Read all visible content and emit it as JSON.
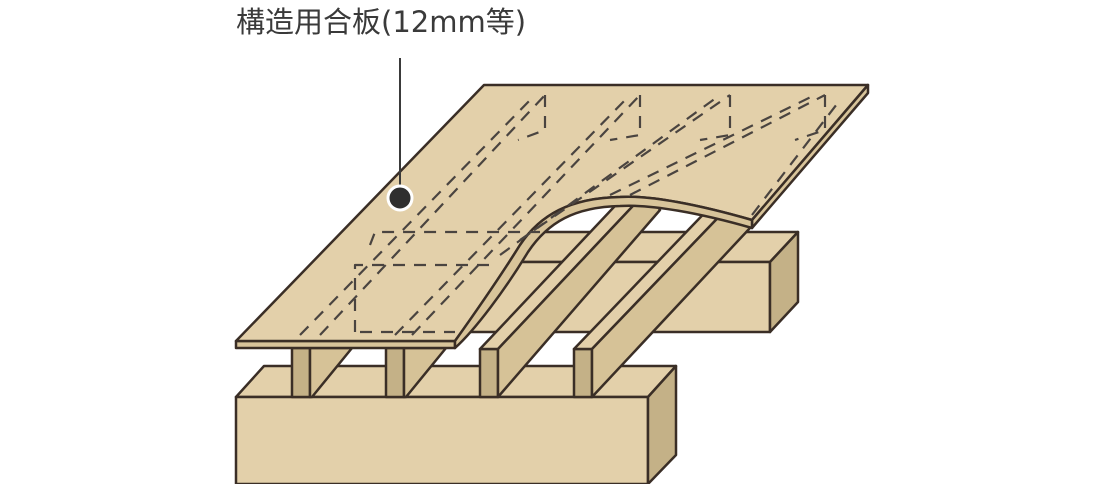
{
  "diagram": {
    "label": "構造用合板(12mm等)",
    "components": [
      {
        "id": "plywood",
        "name": "構造用合板",
        "thickness": "12mm等",
        "annotated": true
      },
      {
        "id": "joists",
        "name": "根太",
        "annotated": false
      },
      {
        "id": "front-beam",
        "name": "大引",
        "annotated": false
      },
      {
        "id": "back-beam",
        "name": "大引",
        "annotated": false
      }
    ],
    "colors": {
      "wood_light": "#e3d0aa",
      "wood_mid": "#d6c297",
      "wood_side": "#c4b187",
      "plywood_edge": "#d8c49a",
      "outline": "#3a2e26",
      "dash": "#4a4440",
      "leader": "#3a3a3a",
      "marker": "#2f2f2f",
      "background": "#ffffff"
    }
  }
}
